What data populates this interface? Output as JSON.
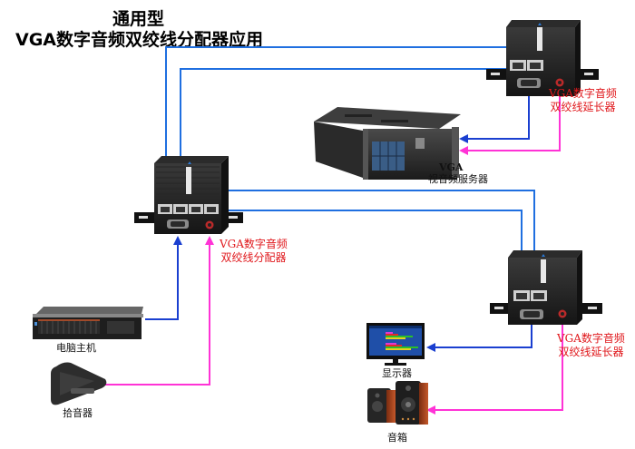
{
  "title": {
    "line1": "通用型",
    "line2": "VGA数字音频双绞线分配器应用"
  },
  "devices": {
    "splitter": {
      "label_line1": "VGA数字音频",
      "label_line2": "双绞线分配器",
      "rj45_ports": 4
    },
    "extender_top": {
      "label_line1": "VGA数字音频",
      "label_line2": "双绞线延长器",
      "rj45_ports": 2
    },
    "extender_bottom": {
      "label_line1": "VGA数字音频",
      "label_line2": "双绞线延长器",
      "rj45_ports": 2
    },
    "server": {
      "label_line1": "VGA",
      "label_line2": "视音频服务器"
    },
    "computer": {
      "label": "电脑主机"
    },
    "microphone": {
      "label": "拾音器"
    },
    "monitor": {
      "label": "显示器"
    },
    "speakers": {
      "label": "音箱"
    }
  },
  "legend_colors": {
    "vga_line": "#1a3fd0",
    "network_line": "#1f6fe0",
    "audio_line": "#ff33d6",
    "label_red": "#e0181c"
  }
}
